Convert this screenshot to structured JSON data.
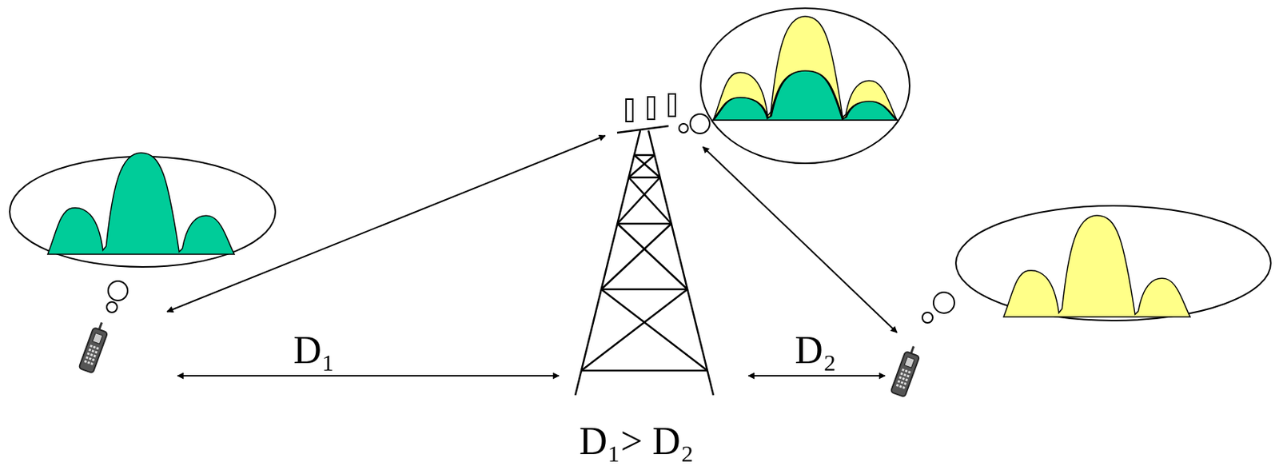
{
  "diagram": {
    "labels": [
      "D₁",
      "D₂",
      "D₁> D₂"
    ]
  }
}
